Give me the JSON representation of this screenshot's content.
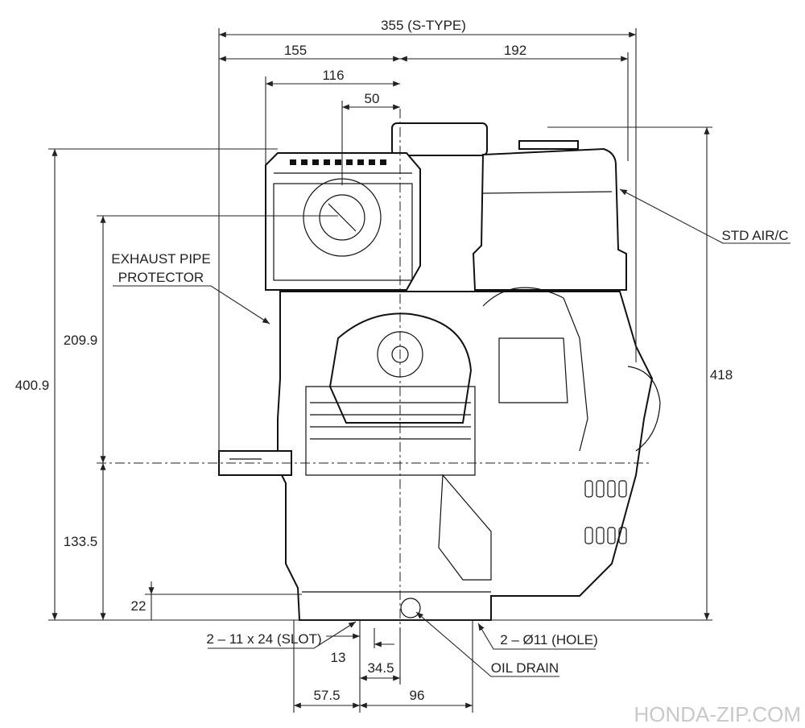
{
  "dimensions": {
    "overall_width": "355 (S-TYPE)",
    "left_to_center": "155",
    "center_to_right": "192",
    "exhaust_offset": "116",
    "small_offset": "50",
    "overall_height": "400.9",
    "shaft_to_top": "209.9",
    "shaft_height": "133.5",
    "base_thickness": "22",
    "air_cleaner_height": "418",
    "slot_offset": "13",
    "drain_offset": "34.5",
    "shaft_to_mount": "57.5",
    "mount_spacing": "96"
  },
  "callouts": {
    "exhaust_line1": "EXHAUST PIPE",
    "exhaust_line2": "PROTECTOR",
    "air_cleaner": "STD AIR/C",
    "slot": "2 – 11 x 24 (SLOT)",
    "hole": "2 – Ø11 (HOLE)",
    "oil_drain": "OIL DRAIN"
  },
  "watermark": "HONDA-ZIP.COM"
}
